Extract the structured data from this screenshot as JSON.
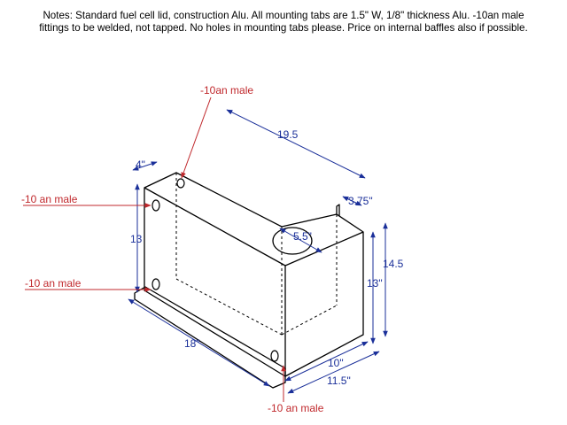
{
  "notes": {
    "line1": "Notes:  Standard fuel cell lid, construction Alu.   All mounting tabs are 1.5\" W, 1/8\" thickness Alu.  -10an male",
    "line2": "fittings to be welded, not tapped.  No holes in mounting tabs please.  Price on internal baffles also if possible."
  },
  "callouts": {
    "top": "-10an male",
    "upper_left": "-10 an male",
    "lower_left": "-10 an male",
    "bottom": "-10 an male"
  },
  "dimensions": {
    "length_top": "19.5",
    "depth_top": "4\"",
    "tab_width": "3.75\"",
    "hole_dia": "5.5\"",
    "left_height": "13",
    "overall_height": "14.5",
    "right_height": "13\"",
    "base_length": "18\"",
    "base_width_inner": "10\"",
    "base_width_outer": "11.5\""
  },
  "colors": {
    "outline": "#000000",
    "dimension": "#1a2f99",
    "callout": "#c0282c"
  }
}
